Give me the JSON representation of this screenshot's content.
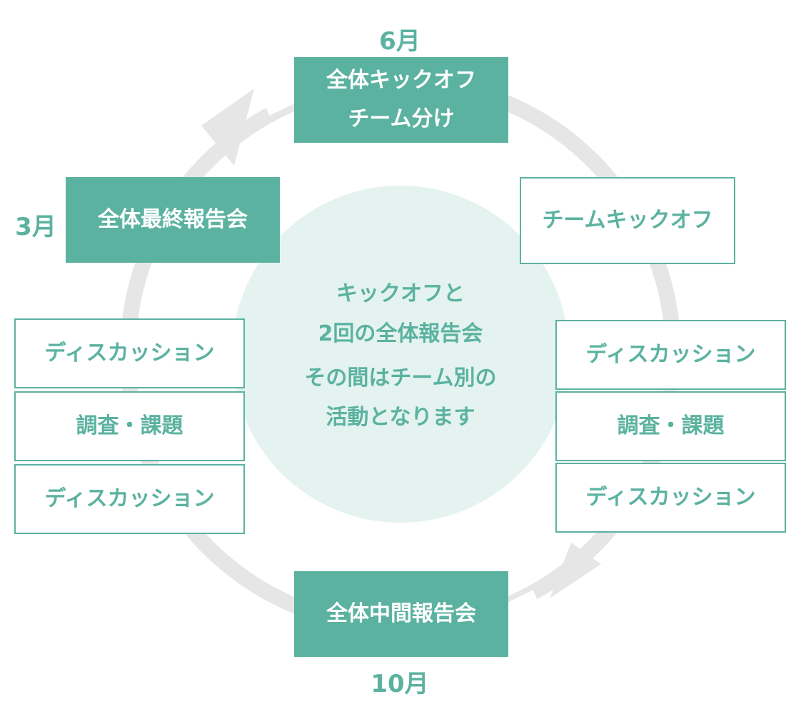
{
  "months": {
    "june": "6月",
    "march": "3月",
    "october": "10月"
  },
  "center": {
    "line1": "キックオフと",
    "line2": "2回の全体報告会",
    "line3": "その間はチーム別の",
    "line4": "活動となります"
  },
  "milestones": {
    "kickoff_line1": "全体キックオフ",
    "kickoff_line2": "チーム分け",
    "final_report": "全体最終報告会",
    "interim_report": "全体中間報告会"
  },
  "team_kickoff": "チームキックオフ",
  "left_steps": [
    "ディスカッション",
    "調査・課題",
    "ディスカッション"
  ],
  "right_steps": [
    "ディスカッション",
    "調査・課題",
    "ディスカッション"
  ],
  "colors": {
    "accent": "#5bb2a0",
    "center_fill": "#e4f3ef",
    "ring": "#e6e6e6"
  }
}
